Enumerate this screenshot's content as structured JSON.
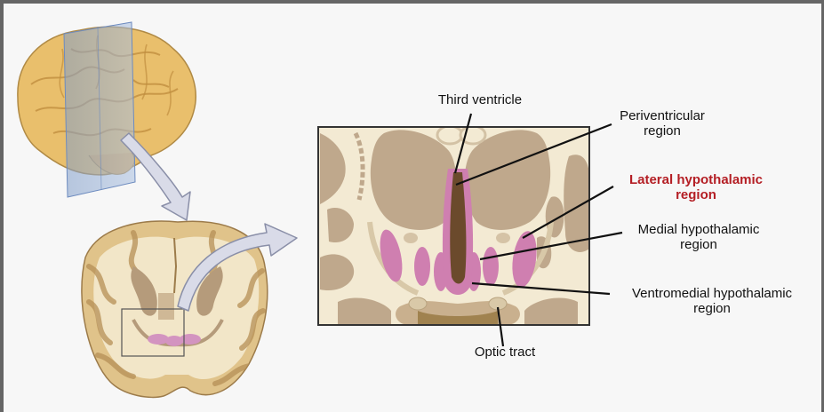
{
  "labels": {
    "third_ventricle": "Third ventricle",
    "periventricular_line1": "Periventricular",
    "periventricular_line2": "region",
    "lateral_line1": "Lateral hypothalamic",
    "lateral_line2": "region",
    "medial_line1": "Medial hypothalamic",
    "medial_line2": "region",
    "ventromedial_line1": "Ventromedial hypothalamic",
    "ventromedial_line2": "region",
    "optic_tract": "Optic tract"
  },
  "colors": {
    "emphasis_label": "#b41e24",
    "hypothalamus_pink": "#cf7fb0",
    "gray_matter_tan": "#bfa88c",
    "white_matter_cream": "#f3ead3",
    "arrow_fill": "#d9dbe8",
    "brain_surface": "#e9bf6c"
  }
}
